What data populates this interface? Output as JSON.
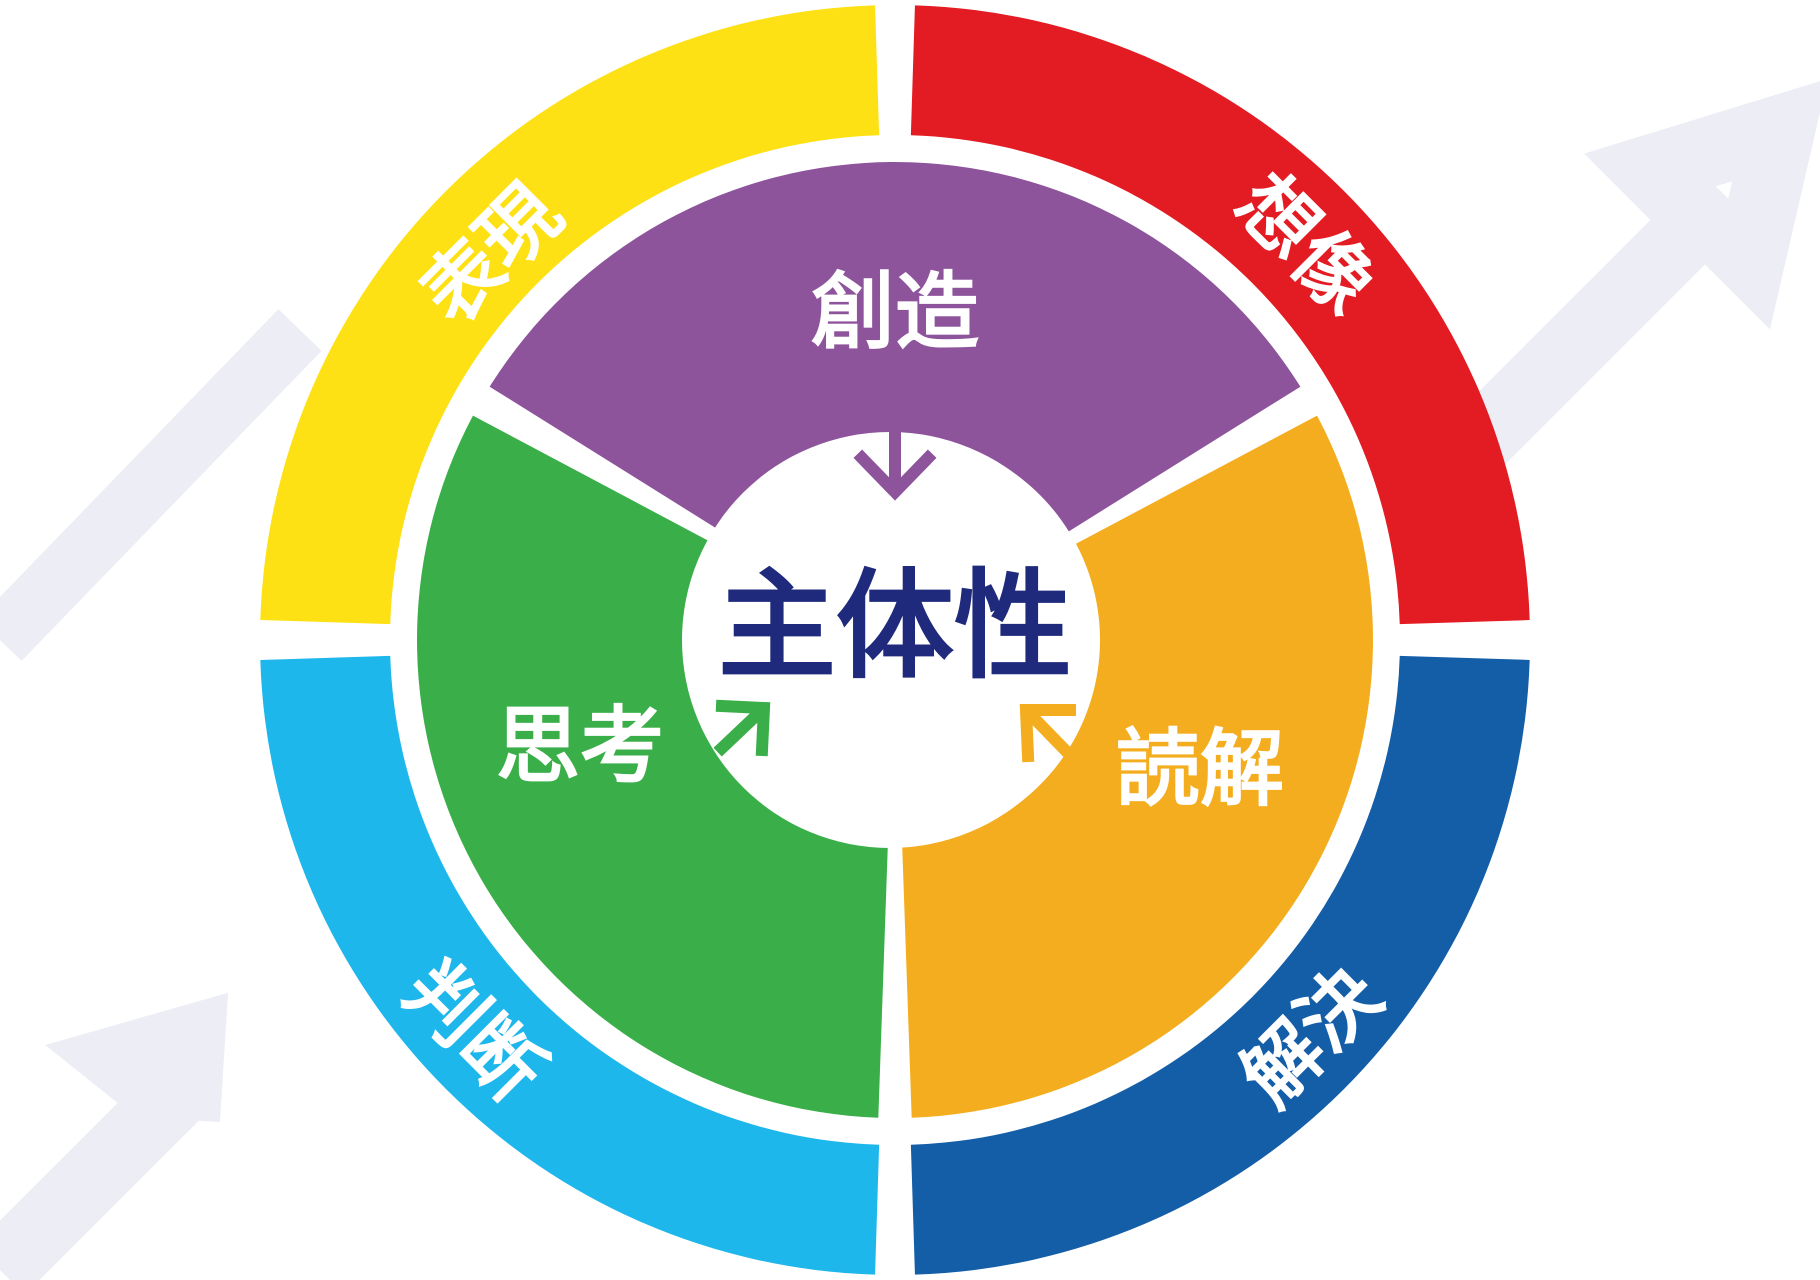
{
  "center": {
    "label": "主体性",
    "color": "#1f2a7c"
  },
  "outer_ring": [
    {
      "id": "hyogen",
      "label": "表現",
      "color": "#fde114"
    },
    {
      "id": "soozo",
      "label": "想像",
      "color": "#e31b23"
    },
    {
      "id": "kaiketsu",
      "label": "解決",
      "color": "#145ea8"
    },
    {
      "id": "handan",
      "label": "判断",
      "color": "#1eb7ec"
    }
  ],
  "inner_ring": [
    {
      "id": "sozo",
      "label": "創造",
      "color": "#8d549c",
      "arrow_color": "#8d549c"
    },
    {
      "id": "dokkai",
      "label": "読解",
      "color": "#f4ad1e",
      "arrow_color": "#f4ad1e"
    },
    {
      "id": "shiko",
      "label": "思考",
      "color": "#3aaf49",
      "arrow_color": "#3aaf49"
    }
  ],
  "colors": {
    "background": "#ffffff",
    "gap": "#ffffff",
    "text_light": "#ffffff",
    "bg_arrow": "#ecedf5"
  }
}
